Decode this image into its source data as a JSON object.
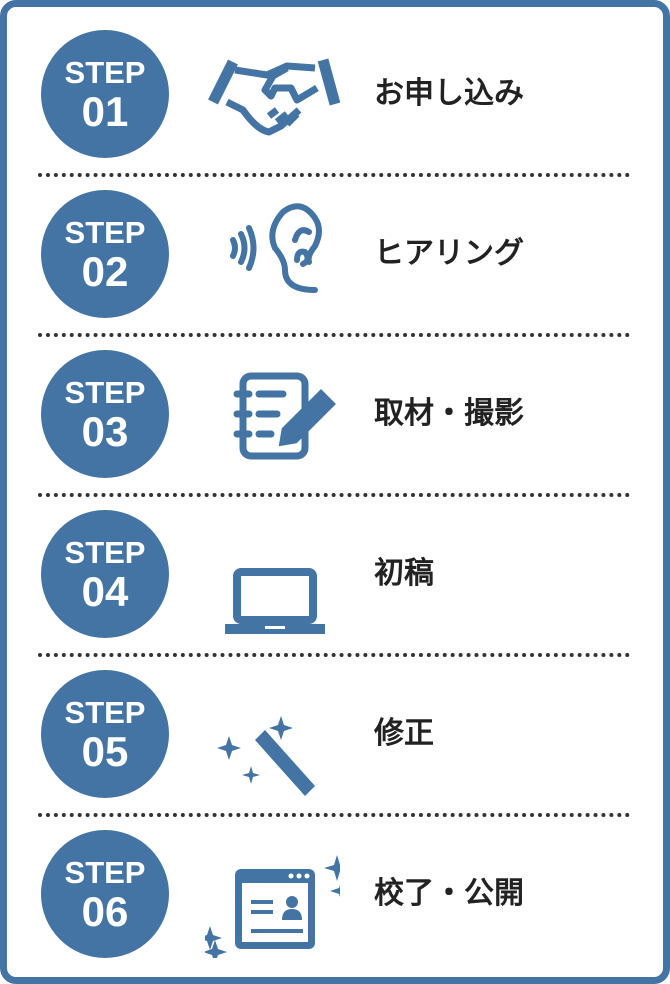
{
  "accent": "#4474a3",
  "steps": [
    {
      "step": "STEP",
      "num": "01",
      "label": "お申し込み",
      "icon": "handshake-icon"
    },
    {
      "step": "STEP",
      "num": "02",
      "label": "ヒアリング",
      "icon": "ear-icon"
    },
    {
      "step": "STEP",
      "num": "03",
      "label": "取材・撮影",
      "icon": "notepad-pencil-icon"
    },
    {
      "step": "STEP",
      "num": "04",
      "label": "初稿",
      "icon": "laptop-icon"
    },
    {
      "step": "STEP",
      "num": "05",
      "label": "修正",
      "icon": "magic-wand-icon"
    },
    {
      "step": "STEP",
      "num": "06",
      "label": "校了・公開",
      "icon": "webpage-sparkle-icon"
    }
  ]
}
